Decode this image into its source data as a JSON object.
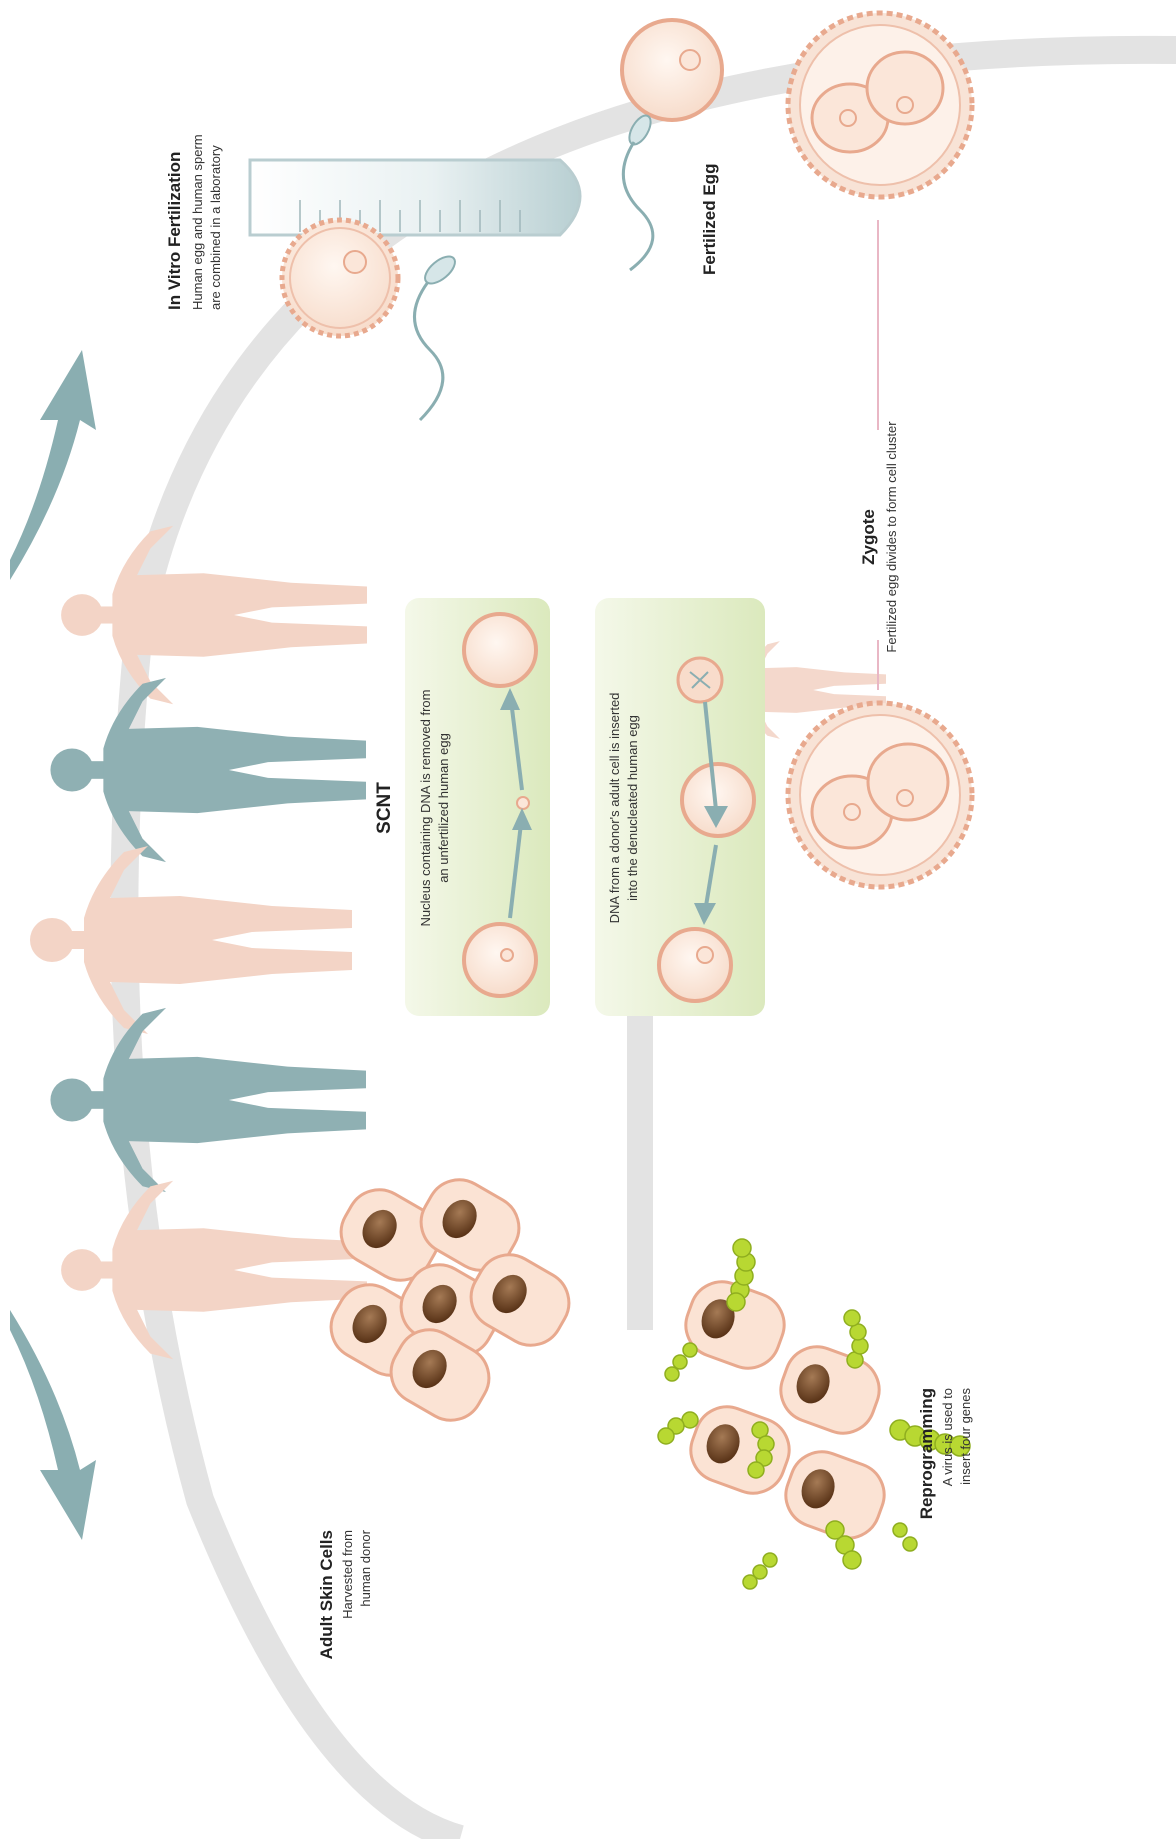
{
  "colors": {
    "track": "#e3e3e3",
    "figure_pink": "#f3d4c6",
    "figure_teal": "#8fb0b3",
    "arrow_teal": "#8aaeb1",
    "egg_fill": "#fbe6d9",
    "egg_outline": "#e8a98e",
    "nucleus_brown": "#7a4a28",
    "virus_green": "#b8d832",
    "panel_green": "#e2edc6",
    "divider_pink": "#e9b7c5"
  },
  "labels": {
    "ivf": {
      "title": "In Vitro Fertilization",
      "line1": "Human egg and human sperm",
      "line2": "are combined in a laboratory"
    },
    "fertilized_egg": "Fertilized Egg",
    "zygote": {
      "title": "Zygote",
      "line1": "Fertilized egg divides to form cell cluster"
    },
    "scnt": "SCNT",
    "scnt_step1": {
      "line1": "Nucleus containing DNA is removed from",
      "line2": "an unfertilized human egg"
    },
    "scnt_step2": {
      "line1": "DNA from a donor's adult cell is inserted",
      "line2": "into the denucleated human egg"
    },
    "skin_cells": {
      "title": "Adult Skin Cells",
      "line1": "Harvested from",
      "line2": "human donor"
    },
    "reprogramming": {
      "title": "Reprogramming",
      "line1": "A virus is used to",
      "line2": "insert four genes"
    }
  }
}
